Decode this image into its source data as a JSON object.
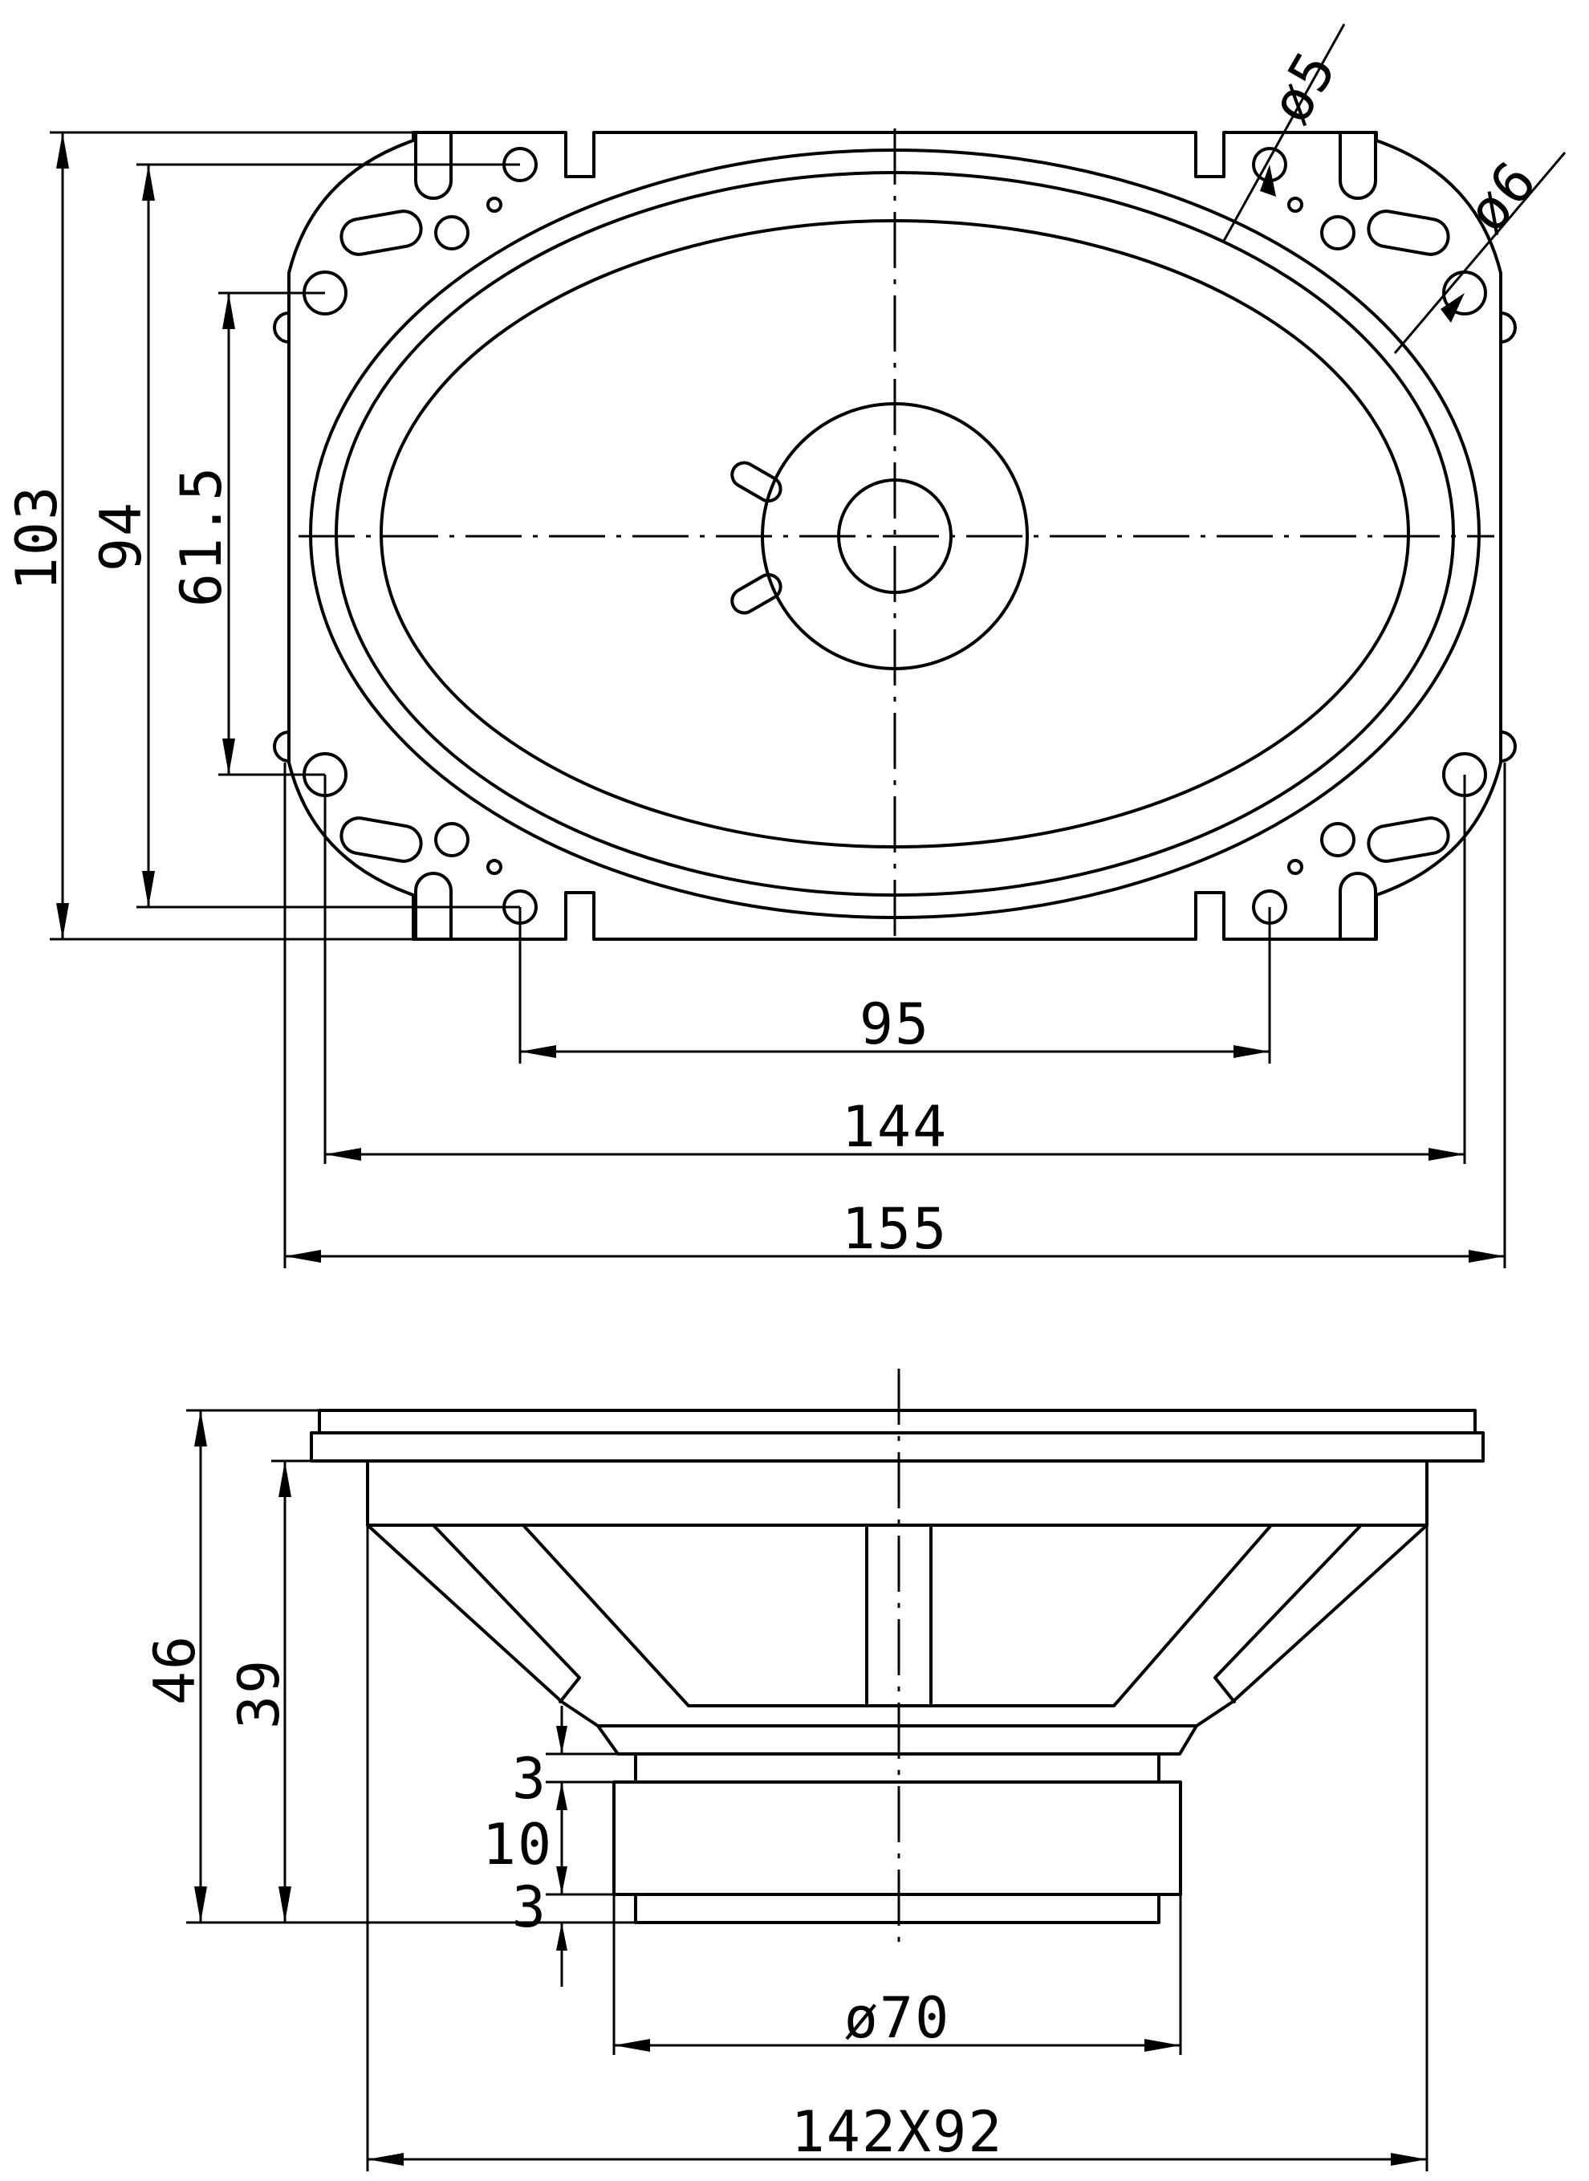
{
  "front_view": {
    "dimensions": {
      "hole_small": "ø5",
      "hole_large": "ø6",
      "overall_height": "103",
      "height_94": "94",
      "height_61_5": "61.5",
      "width_95": "95",
      "width_144": "144",
      "width_155": "155"
    }
  },
  "side_view": {
    "dimensions": {
      "overall_depth": "46",
      "depth_39": "39",
      "magnet_top_plate": "3",
      "magnet_height": "10",
      "magnet_bottom_plate": "3",
      "magnet_diameter": "ø70",
      "cutout_size": "142X92"
    }
  }
}
